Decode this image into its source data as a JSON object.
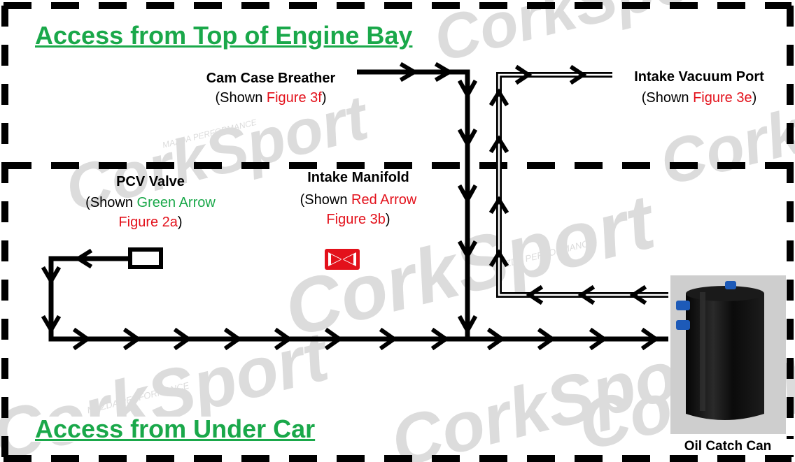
{
  "sections": {
    "top_title": "Access from Top of Engine Bay",
    "bottom_title": "Access from Under Car"
  },
  "labels": {
    "cam_case": {
      "name": "Cam Case Breather",
      "shown": "(Shown ",
      "figure": "Figure 3f",
      "close": ")"
    },
    "intake_vacuum": {
      "name": "Intake Vacuum Port",
      "shown": "(Shown ",
      "figure": "Figure 3e",
      "close": ")"
    },
    "pcv_valve": {
      "name": "PCV Valve",
      "shown": "(Shown ",
      "arrow": "Green Arrow",
      "figure": "Figure 2a",
      "close": ")"
    },
    "intake_manifold": {
      "name": "Intake Manifold",
      "shown": "(Shown ",
      "arrow": "Red Arrow",
      "figure": "Figure 3b",
      "close": ")"
    },
    "oil_catch_can": "Oil Catch Can"
  },
  "watermark": {
    "brand": "CorkSport",
    "tagline": "MAZDA PERFORMANCE"
  },
  "colors": {
    "green": "#1aa84a",
    "red": "#e3111b",
    "line": "#000000",
    "watermark": "#d9d9d9"
  },
  "icons": {
    "blocked": "red-x-box-icon",
    "pcv": "pcv-valve-box-icon",
    "can": "oil-catch-can-image"
  }
}
